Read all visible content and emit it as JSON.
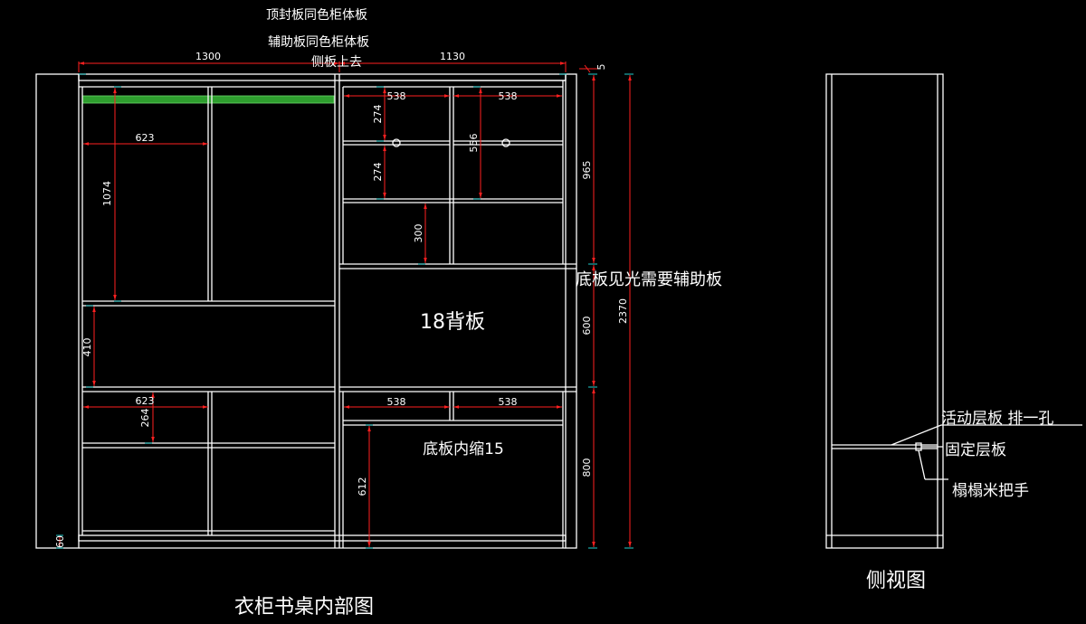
{
  "colors": {
    "line": "#ffffff",
    "dimension": "#ff2020",
    "tick": "#22cccc",
    "rail": "#2e9e2e",
    "background": "#000000"
  },
  "notes": {
    "top_panel": "顶封板同色柜体板",
    "aux_panel_1": "辅助板同色柜体板",
    "aux_panel_2": "侧板上去",
    "bottom_visible": "底板见光需要辅助板",
    "back_panel": "18背板",
    "bottom_inset": "底板内缩15",
    "movable_shelf": "活动层板 排一孔",
    "fixed_shelf": "固定层板",
    "handle": "榻榻米把手"
  },
  "titles": {
    "main": "衣柜书桌内部图",
    "side": "侧视图"
  },
  "dimensions": {
    "width_left": "1300",
    "width_right": "1130",
    "top_gap": "5",
    "wardrobe_shelf": "623",
    "hanging_height": "1074",
    "drawer_height": "410",
    "lower_shelf_width": "623",
    "lower_shelf_height": "264",
    "plinth": "60",
    "upper_cell_left": "538",
    "upper_cell_right": "538",
    "upper_shelf_1": "274",
    "upper_shelf_2": "274",
    "upper_shelf_3": "300",
    "upper_right_height": "556",
    "upper_section": "965",
    "desk_section": "600",
    "total_height": "2370",
    "lower_cell_left": "538",
    "lower_cell_right": "538",
    "lower_cabinet": "612",
    "lower_section": "800"
  }
}
